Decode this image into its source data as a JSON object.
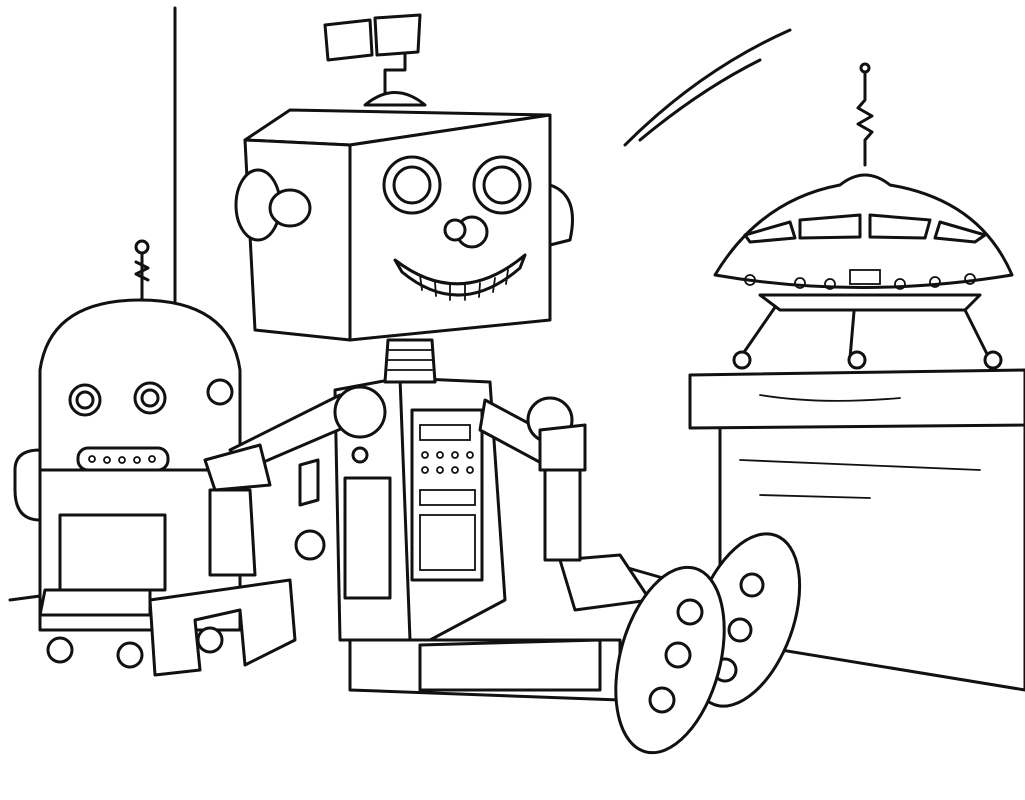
{
  "artwork": {
    "style": "line-art coloring page",
    "colors": {
      "line": "#111111",
      "background": "#ffffff"
    },
    "subjects": [
      "small-dome-robot",
      "box-head-robot",
      "flying-saucer-toy",
      "table"
    ]
  }
}
